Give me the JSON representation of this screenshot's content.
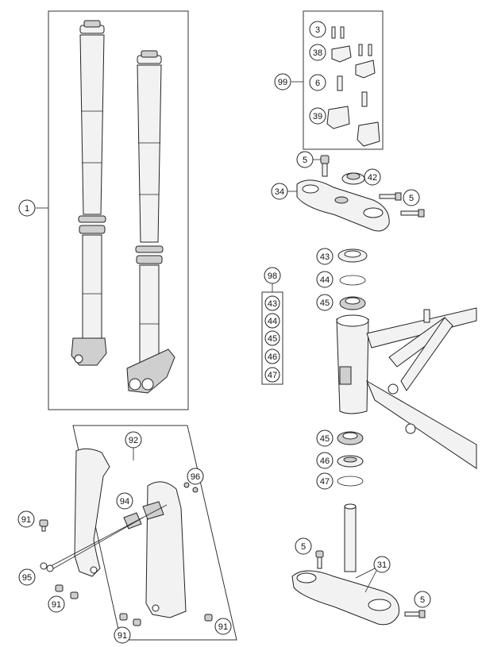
{
  "callouts": {
    "c1": "1",
    "c3": "3",
    "c38": "38",
    "c99": "99",
    "c6": "6",
    "c39": "39",
    "c5a": "5",
    "c42": "42",
    "c34": "34",
    "c5b": "5",
    "c43a": "43",
    "c44a": "44",
    "c45a": "45",
    "c98": "98",
    "k43": "43",
    "k44": "44",
    "k45": "45",
    "k46": "46",
    "k47": "47",
    "c45b": "45",
    "c46": "46",
    "c47": "47",
    "c92": "92",
    "c96": "96",
    "c94": "94",
    "c91a": "91",
    "c95": "95",
    "c91b": "91",
    "c91c": "91",
    "c91d": "91",
    "c5c": "5",
    "c31": "31",
    "c5d": "5"
  },
  "colors": {
    "line": "#222222",
    "fill_light": "#f2f2f2",
    "fill_dark": "#cfcfcf",
    "background": "#ffffff"
  }
}
